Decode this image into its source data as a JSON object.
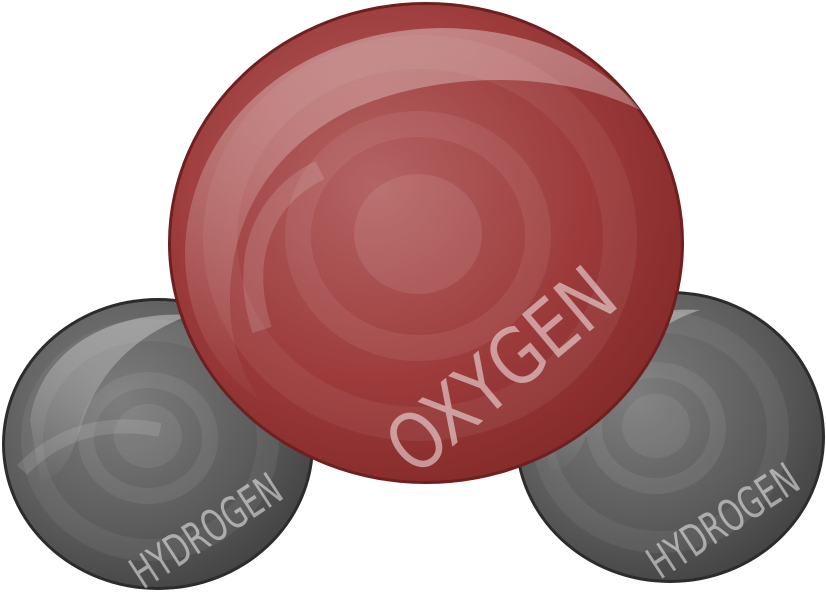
{
  "molecule": {
    "atoms": [
      {
        "id": "hydrogen-left",
        "label": "HYDROGEN",
        "color": "#5a5a5a"
      },
      {
        "id": "hydrogen-right",
        "label": "HYDROGEN",
        "color": "#5a5a5a"
      },
      {
        "id": "oxygen",
        "label": "OXYGEN",
        "color": "#9b3535"
      }
    ]
  }
}
